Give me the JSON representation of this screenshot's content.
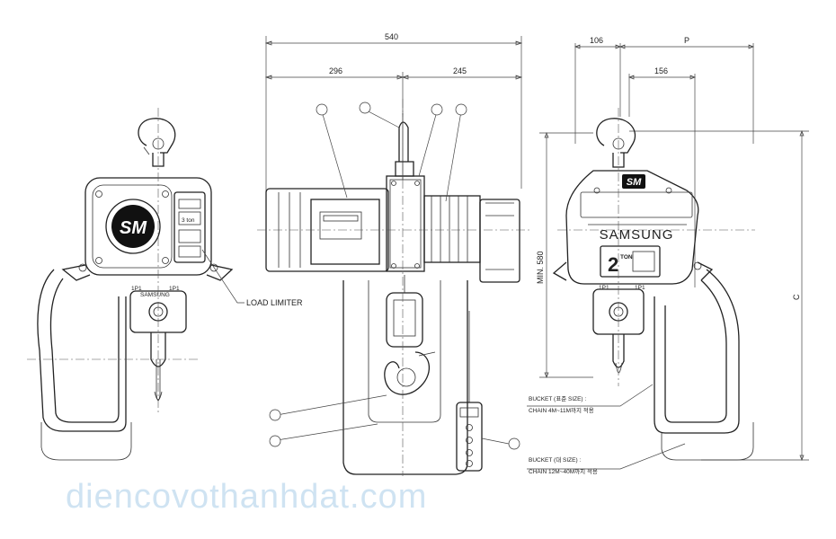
{
  "dimensions": {
    "total_width": "540",
    "left_width": "296",
    "right_width": "245",
    "side_offset": "106",
    "side_p": "P",
    "side_hook": "156",
    "min_height": "MIN. 580",
    "height_c": "C"
  },
  "labels": {
    "load_limiter": "LOAD LIMITER",
    "bucket_std_line1": "BUCKET (표준 SIZE) :",
    "bucket_std_line2": "CHAIN 4M~11M까지 적용",
    "bucket_big_line1": "BUCKET (대 SIZE) :",
    "bucket_big_line2": "CHAIN 12M~40M까지 적용"
  },
  "branding": {
    "sm_logo": "SM",
    "samsung": "SAMSUNG",
    "capacity_number": "2",
    "capacity_unit": "TON",
    "load_label": "3 ton"
  },
  "watermark": "diencovothanhdat.com",
  "colors": {
    "line": "#222222",
    "watermark": "#cfe3f2"
  }
}
